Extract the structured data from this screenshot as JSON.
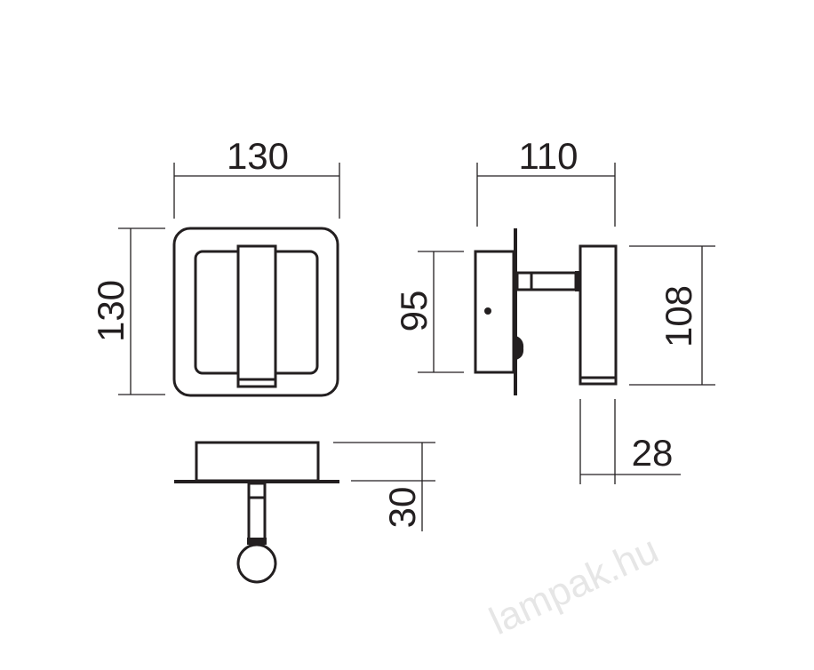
{
  "title": "Wall lamp dimension drawing",
  "watermark": "lampak.hu",
  "dimensions": {
    "front_width": "130",
    "front_height": "130",
    "side_depth": "110",
    "base_height": "95",
    "head_height": "108",
    "head_depth": "28",
    "bottom_thickness": "30"
  },
  "colors": {
    "line": "#231f20",
    "watermark": "#e6e6e6"
  }
}
